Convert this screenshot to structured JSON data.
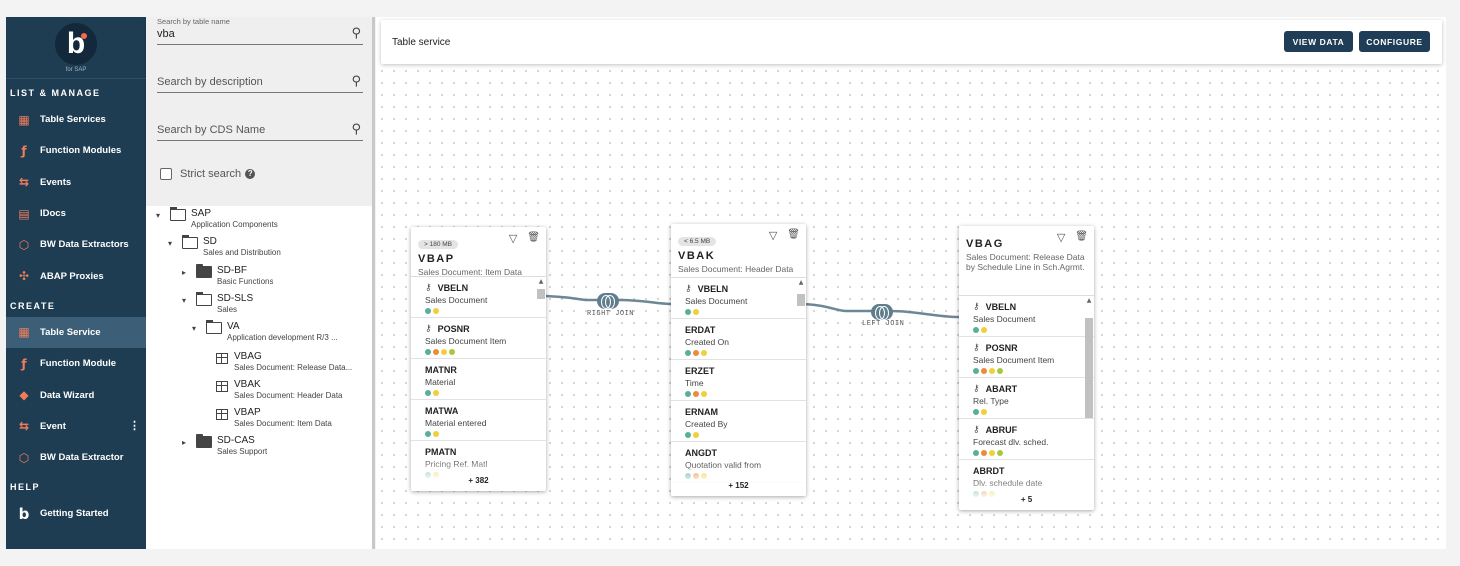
{
  "sidebar": {
    "logo_sub": "for SAP",
    "sections": [
      {
        "title": "LIST & MANAGE",
        "items": [
          {
            "label": "Table Services",
            "icon": "table-icon"
          },
          {
            "label": "Function Modules",
            "icon": "function-icon"
          },
          {
            "label": "Events",
            "icon": "events-icon"
          },
          {
            "label": "IDocs",
            "icon": "document-icon"
          },
          {
            "label": "BW Data Extractors",
            "icon": "extractor-icon"
          },
          {
            "label": "ABAP Proxies",
            "icon": "proxy-icon"
          }
        ]
      },
      {
        "title": "CREATE",
        "items": [
          {
            "label": "Table Service",
            "icon": "table-icon",
            "active": true
          },
          {
            "label": "Function Module",
            "icon": "function-icon"
          },
          {
            "label": "Data Wizard",
            "icon": "wizard-icon"
          },
          {
            "label": "Event",
            "icon": "events-icon"
          },
          {
            "label": "BW Data Extractor",
            "icon": "extractor-icon"
          }
        ]
      },
      {
        "title": "HELP",
        "items": [
          {
            "label": "Getting Started",
            "icon": "logo-b-icon"
          }
        ]
      }
    ]
  },
  "search": {
    "table_label": "Search by table name",
    "table_value": "vba",
    "description_placeholder": "Search by description",
    "cds_placeholder": "Search by CDS Name",
    "strict_label": "Strict search"
  },
  "tree": [
    {
      "name": "SAP",
      "desc": "Application Components",
      "type": "folder-open",
      "arrow": "down"
    },
    {
      "name": "SD",
      "desc": "Sales and Distribution",
      "type": "folder-open",
      "arrow": "down"
    },
    {
      "name": "SD-BF",
      "desc": "Basic Functions",
      "type": "folder-closed",
      "arrow": "right"
    },
    {
      "name": "SD-SLS",
      "desc": "Sales",
      "type": "folder-open",
      "arrow": "down"
    },
    {
      "name": "VA",
      "desc": "Application development R/3 ...",
      "type": "folder-open",
      "arrow": "down"
    },
    {
      "name": "VBAG",
      "desc": "Sales Document: Release Data...",
      "type": "table"
    },
    {
      "name": "VBAK",
      "desc": "Sales Document: Header Data",
      "type": "table"
    },
    {
      "name": "VBAP",
      "desc": "Sales Document: Item Data",
      "type": "table"
    },
    {
      "name": "SD-CAS",
      "desc": "Sales Support",
      "type": "folder-closed",
      "arrow": "right"
    }
  ],
  "canvas": {
    "title": "Table service",
    "view_data": "VIEW DATA",
    "configure": "CONFIGURE"
  },
  "dot_colors": {
    "teal": "#5aae9c",
    "yellow": "#f0cf3a",
    "orange": "#ef8a3c",
    "lime": "#a8c83c"
  },
  "cards": [
    {
      "name": "VBAP",
      "size": "> 180 MB",
      "desc": "Sales Document: Item Data",
      "more": "+ 382",
      "fields": [
        {
          "name": "VBELN",
          "desc": "Sales Document",
          "key": true,
          "dots": [
            "teal",
            "yellow"
          ]
        },
        {
          "name": "POSNR",
          "desc": "Sales Document Item",
          "key": true,
          "dots": [
            "teal",
            "orange",
            "yellow",
            "lime"
          ]
        },
        {
          "name": "MATNR",
          "desc": "Material",
          "key": false,
          "dots": [
            "teal",
            "yellow"
          ]
        },
        {
          "name": "MATWA",
          "desc": "Material entered",
          "key": false,
          "dots": [
            "teal",
            "yellow"
          ]
        },
        {
          "name": "PMATN",
          "desc": "Pricing Ref. Matl",
          "key": false,
          "dots": [
            "teal",
            "yellow"
          ]
        }
      ]
    },
    {
      "name": "VBAK",
      "size": "< 6.5 MB",
      "desc": "Sales Document: Header Data",
      "more": "+ 152",
      "fields": [
        {
          "name": "VBELN",
          "desc": "Sales Document",
          "key": true,
          "dots": [
            "teal",
            "yellow"
          ]
        },
        {
          "name": "ERDAT",
          "desc": "Created On",
          "key": false,
          "dots": [
            "teal",
            "orange",
            "yellow"
          ]
        },
        {
          "name": "ERZET",
          "desc": "Time",
          "key": false,
          "dots": [
            "teal",
            "orange",
            "yellow"
          ]
        },
        {
          "name": "ERNAM",
          "desc": "Created By",
          "key": false,
          "dots": [
            "teal",
            "yellow"
          ]
        },
        {
          "name": "ANGDT",
          "desc": "Quotation valid from",
          "key": false,
          "dots": [
            "teal",
            "orange",
            "yellow"
          ]
        }
      ]
    },
    {
      "name": "VBAG",
      "size": "",
      "desc": "Sales Document: Release Data by Schedule Line in Sch.Agrmt.",
      "more": "+ 5",
      "fields": [
        {
          "name": "VBELN",
          "desc": "Sales Document",
          "key": true,
          "dots": [
            "teal",
            "yellow"
          ]
        },
        {
          "name": "POSNR",
          "desc": "Sales Document Item",
          "key": true,
          "dots": [
            "teal",
            "orange",
            "yellow",
            "lime"
          ]
        },
        {
          "name": "ABART",
          "desc": "Rel. Type",
          "key": true,
          "dots": [
            "teal",
            "yellow"
          ]
        },
        {
          "name": "ABRUF",
          "desc": "Forecast dlv. sched.",
          "key": true,
          "dots": [
            "teal",
            "orange",
            "yellow",
            "lime"
          ]
        },
        {
          "name": "ABRDT",
          "desc": "Dlv. schedule date",
          "key": false,
          "dots": [
            "teal",
            "orange",
            "yellow"
          ]
        }
      ]
    }
  ],
  "joins": [
    {
      "label": "RIGHT JOIN"
    },
    {
      "label": "LEFT JOIN"
    }
  ]
}
